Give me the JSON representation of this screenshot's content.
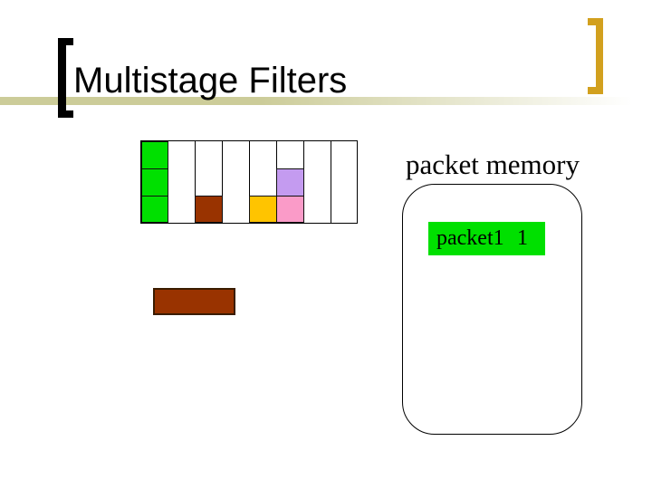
{
  "slide_title": "Multistage Filters",
  "decor": {
    "band_color": "#CCCC99",
    "band_fade_color": "#FFFFFF",
    "left_bracket_color": "#000000",
    "right_bracket_color": "#D2A01E"
  },
  "filter_grid": {
    "columns": 8,
    "rows": 3,
    "cell_colors": {
      "green": "#00E000",
      "brown": "#993300",
      "yellow": "#FFC400",
      "purple": "#C49BF0",
      "pink": "#FA9BC8"
    },
    "cells": [
      {
        "col": 0,
        "row": 0,
        "color_key": "green"
      },
      {
        "col": 0,
        "row": 1,
        "color_key": "green"
      },
      {
        "col": 0,
        "row": 2,
        "color_key": "green"
      },
      {
        "col": 2,
        "row": 2,
        "color_key": "brown"
      },
      {
        "col": 4,
        "row": 2,
        "color_key": "yellow"
      },
      {
        "col": 5,
        "row": 1,
        "color_key": "purple"
      },
      {
        "col": 5,
        "row": 2,
        "color_key": "pink"
      }
    ]
  },
  "flow_rect": {
    "color": "#993300"
  },
  "packet_memory": {
    "label": "packet memory",
    "entry": {
      "name": "packet1",
      "count": "1",
      "bg_color": "#00E000"
    }
  }
}
